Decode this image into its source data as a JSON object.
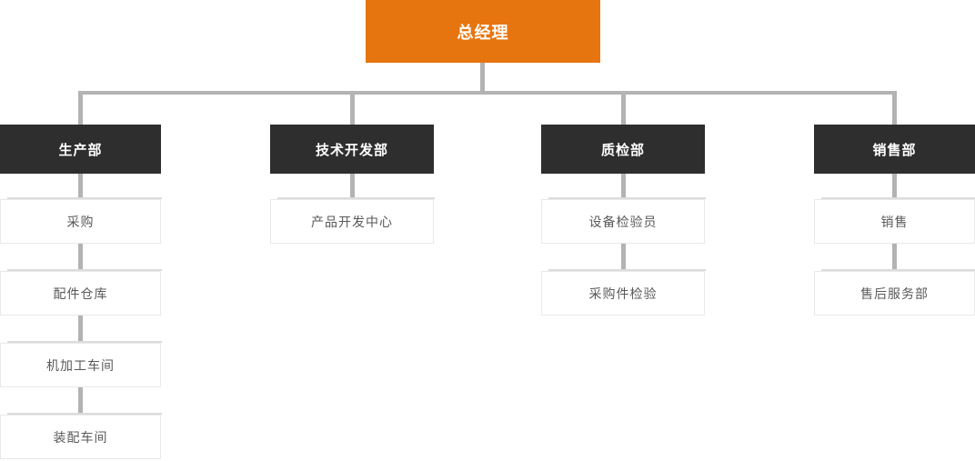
{
  "org_chart": {
    "root": {
      "label": "总经理"
    },
    "departments": [
      {
        "label": "生产部",
        "children": [
          {
            "label": "采购"
          },
          {
            "label": "配件仓库"
          },
          {
            "label": "机加工车间"
          },
          {
            "label": "装配车间"
          }
        ]
      },
      {
        "label": "技术开发部",
        "children": [
          {
            "label": "产品开发中心"
          }
        ]
      },
      {
        "label": "质检部",
        "children": [
          {
            "label": "设备检验员"
          },
          {
            "label": "采购件检验"
          }
        ]
      },
      {
        "label": "销售部",
        "children": [
          {
            "label": "销售"
          },
          {
            "label": "售后服务部"
          }
        ]
      }
    ]
  },
  "colors": {
    "page_bg": "#FFFFFF",
    "root_box_bg": "#E7750F",
    "root_box_text": "#FFFFFF",
    "dept_box_bg": "#2E2E2E",
    "dept_box_text": "#FFFFFF",
    "child_box_bg": "#FFFFFF",
    "child_box_border": "#E9E9E9",
    "child_box_text": "#595959",
    "connector_line": "#B3B3B3"
  }
}
